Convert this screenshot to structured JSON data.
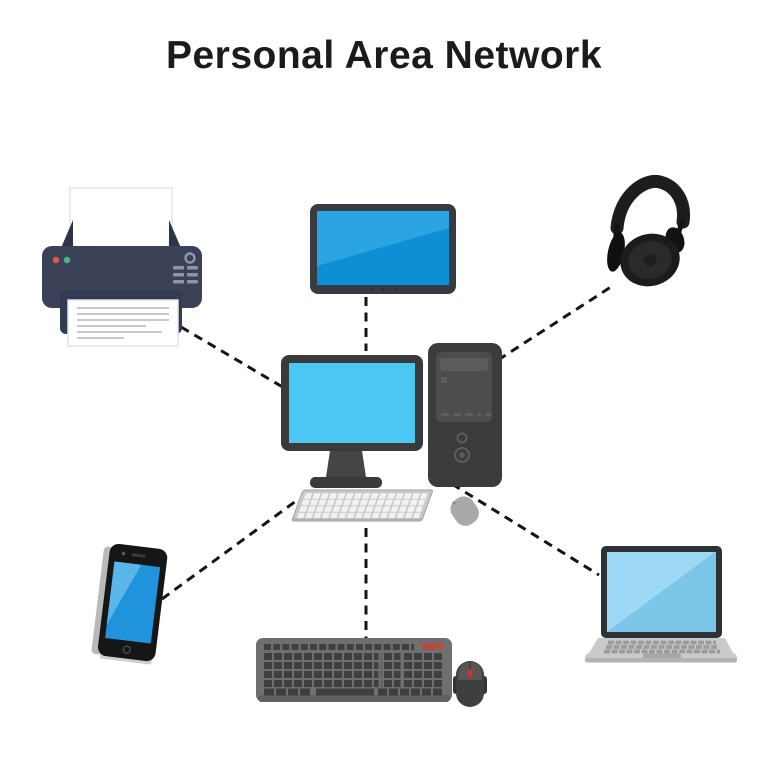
{
  "title": "Personal Area Network",
  "diagram": {
    "type": "network-topology",
    "style": "hub-and-spoke",
    "hub": {
      "id": "desktop-computer",
      "device": "Desktop computer",
      "parts": [
        "monitor",
        "tower",
        "keyboard",
        "mouse"
      ]
    },
    "devices": [
      {
        "id": "printer",
        "device": "Printer",
        "position": "top-left"
      },
      {
        "id": "tablet",
        "device": "Tablet",
        "position": "top-center"
      },
      {
        "id": "headphones",
        "device": "Headphones",
        "position": "top-right"
      },
      {
        "id": "smartphone",
        "device": "Smartphone",
        "position": "bottom-left"
      },
      {
        "id": "keyboard-mouse",
        "device": "Keyboard and mouse",
        "position": "bottom-center"
      },
      {
        "id": "laptop",
        "device": "Laptop",
        "position": "bottom-right"
      }
    ],
    "connections": [
      {
        "from": "desktop-computer",
        "to": "printer"
      },
      {
        "from": "desktop-computer",
        "to": "tablet"
      },
      {
        "from": "desktop-computer",
        "to": "headphones"
      },
      {
        "from": "desktop-computer",
        "to": "smartphone"
      },
      {
        "from": "desktop-computer",
        "to": "keyboard-mouse"
      },
      {
        "from": "desktop-computer",
        "to": "laptop"
      }
    ],
    "connection_style": "dashed-line"
  },
  "colors": {
    "background": "#ffffff",
    "title_text": "#1b1b1b",
    "connection_line": "#141414",
    "hub_screen_cyan": "#4bc8f3",
    "tablet_screen_blue": "#0d8ed5",
    "laptop_screen_blue": "#7cc6ea",
    "phone_screen_blue": "#2a9de0",
    "printer_body_navy": "#3b4157",
    "device_dark_gray": "#3b3b3b",
    "keyboard_gray": "#6f6f6f",
    "accent_red": "#c0392b"
  }
}
